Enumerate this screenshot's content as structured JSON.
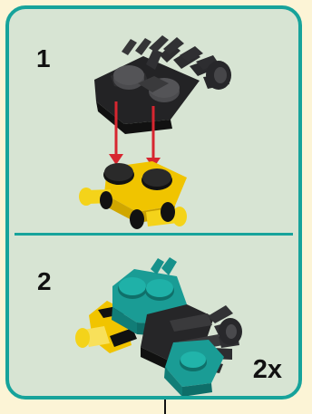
{
  "steps": [
    {
      "number": "1"
    },
    {
      "number": "2"
    }
  ],
  "step2_quantity": "2x",
  "colors": {
    "frame_border": "#17A39B",
    "panel_fill": "#D7E4D3",
    "page_background": "#FCF4D6",
    "yellow_brick": "#F4D31A",
    "dark_grey_brick": "#3A3A3C",
    "teal_brick": "#1A9C95",
    "arrow_red": "#D72630"
  },
  "icons": {
    "step1_top_piece": "dark-grey-claw-plate",
    "step1_bottom_piece": "yellow-plate-with-bars",
    "step2_assembly": "teal-yellow-grey-claw-assembly",
    "arrow": "down-arrow"
  }
}
